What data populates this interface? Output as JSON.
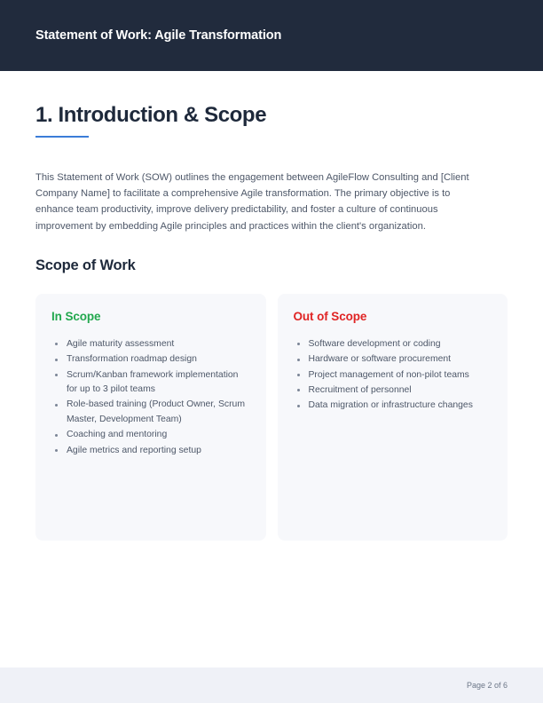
{
  "header": {
    "title": "Statement of Work: Agile Transformation",
    "background_color": "#212b3d",
    "text_color": "#ffffff"
  },
  "section": {
    "heading": "1. Introduction & Scope",
    "accent_color": "#3b7dd8",
    "paragraph": "This Statement of Work (SOW) outlines the engagement between AgileFlow Consulting and [Client Company Name] to facilitate a comprehensive Agile transformation. The primary objective is to enhance team productivity, improve delivery predictability, and foster a culture of continuous improvement by embedding Agile principles and practices within the client's organization."
  },
  "scope": {
    "heading": "Scope of Work",
    "in_scope": {
      "title": "In Scope",
      "title_color": "#22a84e",
      "items": [
        "Agile maturity assessment",
        "Transformation roadmap design",
        "Scrum/Kanban framework implementation for up to 3 pilot teams",
        "Role-based training (Product Owner, Scrum Master, Development Team)",
        "Coaching and mentoring",
        "Agile metrics and reporting setup"
      ]
    },
    "out_of_scope": {
      "title": "Out of Scope",
      "title_color": "#e02424",
      "items": [
        "Software development or coding",
        "Hardware or software procurement",
        "Project management of non-pilot teams",
        "Recruitment of personnel",
        "Data migration or infrastructure changes"
      ]
    }
  },
  "footer": {
    "page_label": "Page 2 of 6",
    "background_color": "#eff1f7"
  }
}
